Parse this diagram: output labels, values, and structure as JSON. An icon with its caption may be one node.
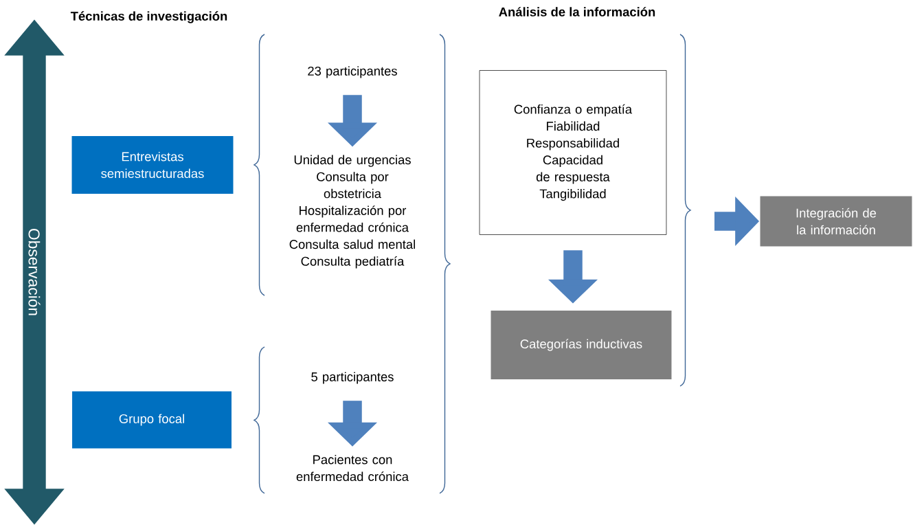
{
  "diagram": {
    "nodes": [
      {
        "text": [
          "Observación"
        ]
      },
      {
        "text": [
          "Entrevistas semiestructuradas"
        ]
      },
      {
        "text": [
          "Grupo focal"
        ]
      },
      {
        "text": [
          "23 participantes"
        ]
      },
      {
        "text": [
          "Unidad de urgencias",
          "Consulta por obstetricia",
          "Hospitalización por enfermedad crónica",
          "Consulta salud mental",
          "Consulta pediatría"
        ]
      },
      {
        "text": [
          "5 participantes"
        ]
      },
      {
        "text": [
          "Pacientes con enfermedad crónica"
        ]
      },
      {
        "text": [
          "Confianza o empatía",
          "Fiabilidad",
          "Responsabilidad",
          "Capacidad de respuesta",
          "Tangibilidad"
        ]
      },
      {
        "text": [
          "Categorías inductivas"
        ]
      },
      {
        "text": [
          "Integración de la información"
        ]
      }
    ],
    "edges": [
      {
        "from": 3,
        "to": 4,
        "arrow": "to"
      },
      {
        "from": 5,
        "to": 6,
        "arrow": "to"
      },
      {
        "from": 7,
        "to": 8,
        "arrow": "to"
      },
      {
        "from": null,
        "to": 9,
        "arrow": "to"
      }
    ],
    "labels": [
      "Técnicas de investigación",
      "Análisis de la información"
    ]
  }
}
